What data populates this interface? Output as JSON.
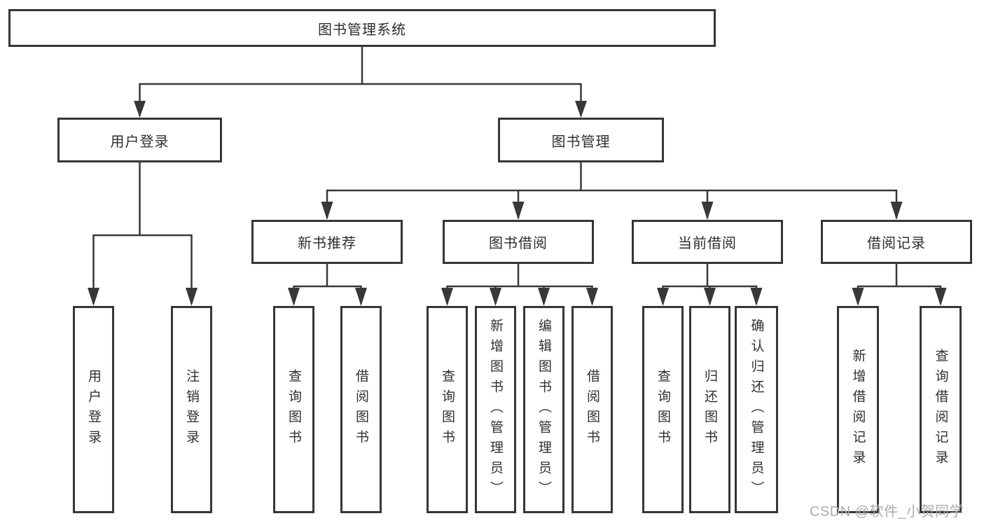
{
  "diagram": {
    "root": {
      "label": "图书管理系统"
    },
    "branches": [
      {
        "label": "用户登录",
        "children": [
          {
            "label": "用户登录"
          },
          {
            "label": "注销登录"
          }
        ]
      },
      {
        "label": "图书管理",
        "sections": [
          {
            "label": "新书推荐",
            "children": [
              {
                "label": "查询图书"
              },
              {
                "label": "借阅图书"
              }
            ]
          },
          {
            "label": "图书借阅",
            "children": [
              {
                "label": "查询图书"
              },
              {
                "label": "新增图书（管理员）"
              },
              {
                "label": "编辑图书（管理员）"
              },
              {
                "label": "借阅图书"
              }
            ]
          },
          {
            "label": "当前借阅",
            "children": [
              {
                "label": "查询图书"
              },
              {
                "label": "归还图书"
              },
              {
                "label": "确认归还（管理员）"
              }
            ]
          },
          {
            "label": "借阅记录",
            "children": [
              {
                "label": "新增借阅记录"
              },
              {
                "label": "查询借阅记录"
              }
            ]
          }
        ]
      }
    ]
  },
  "colors": {
    "line": "#383838",
    "box_border": "#363636",
    "text": "#2e2e2e",
    "watermark": "#ababab",
    "background": "#ffffff"
  },
  "watermark": {
    "text": "CSDN @软件_小贺同学"
  }
}
